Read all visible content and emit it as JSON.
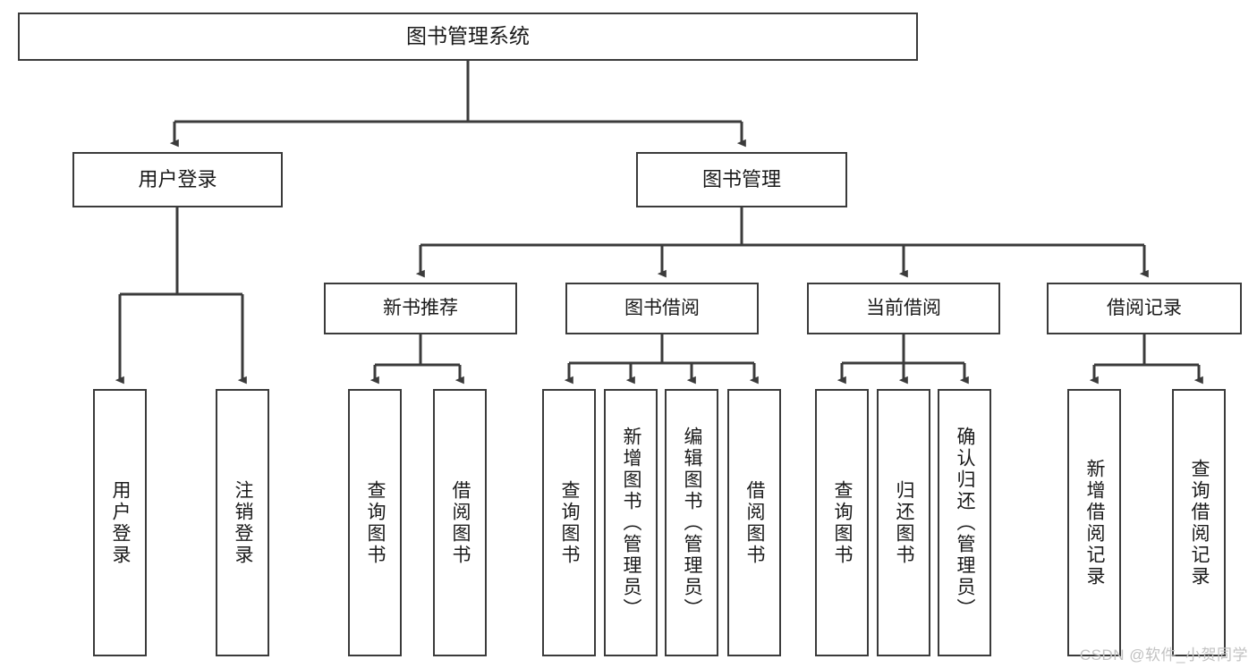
{
  "diagram": {
    "type": "tree-hierarchy",
    "title": "图书管理系统",
    "watermark": "CSDN @软件_小贺同学",
    "colors": {
      "background": "#ffffff",
      "box_border": "#3b3b3b",
      "box_fill": "#ffffff",
      "connector": "#3b3b3b",
      "text": "#1a1a1a",
      "watermark": "#c2c2c2"
    },
    "nodes": {
      "root": {
        "label": "图书管理系统"
      },
      "level1": [
        {
          "id": "user-login",
          "label": "用户登录"
        },
        {
          "id": "book-management",
          "label": "图书管理"
        }
      ],
      "level2": [
        {
          "id": "new-book-recommend",
          "label": "新书推荐",
          "parent": "book-management"
        },
        {
          "id": "book-borrow",
          "label": "图书借阅",
          "parent": "book-management"
        },
        {
          "id": "current-borrow",
          "label": "当前借阅",
          "parent": "book-management"
        },
        {
          "id": "borrow-record",
          "label": "借阅记录",
          "parent": "book-management"
        }
      ],
      "leaves": [
        {
          "id": "leaf-user-login",
          "label": "用户登录",
          "parent": "user-login"
        },
        {
          "id": "leaf-logout-login",
          "label": "注销登录",
          "parent": "user-login"
        },
        {
          "id": "leaf-query-book-1",
          "label": "查询图书",
          "parent": "new-book-recommend"
        },
        {
          "id": "leaf-borrow-book-1",
          "label": "借阅图书",
          "parent": "new-book-recommend"
        },
        {
          "id": "leaf-query-book-2",
          "label": "查询图书",
          "parent": "book-borrow"
        },
        {
          "id": "leaf-add-book",
          "label": "新增图书（管理员）",
          "parent": "book-borrow"
        },
        {
          "id": "leaf-edit-book",
          "label": "编辑图书（管理员）",
          "parent": "book-borrow"
        },
        {
          "id": "leaf-borrow-book-2",
          "label": "借阅图书",
          "parent": "book-borrow"
        },
        {
          "id": "leaf-query-book-3",
          "label": "查询图书",
          "parent": "current-borrow"
        },
        {
          "id": "leaf-return-book",
          "label": "归还图书",
          "parent": "current-borrow"
        },
        {
          "id": "leaf-confirm-return",
          "label": "确认归还（管理员）",
          "parent": "current-borrow"
        },
        {
          "id": "leaf-add-record",
          "label": "新增借阅记录",
          "parent": "borrow-record"
        },
        {
          "id": "leaf-query-record",
          "label": "查询借阅记录",
          "parent": "borrow-record"
        }
      ]
    }
  }
}
